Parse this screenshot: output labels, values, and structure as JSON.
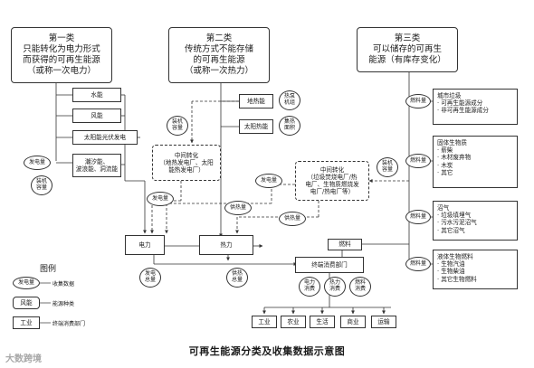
{
  "categories": {
    "cat1": {
      "title": "第一类",
      "body": "只能转化为电力形式\n而获得的可再生能源\n（或称一次电力）"
    },
    "cat2": {
      "title": "第二类",
      "body": "传统方式不能存储\n的可再生能源\n（或称一次热力）"
    },
    "cat3": {
      "title": "第三类",
      "body": "可以储存的可再生\n能源（有库存变化）"
    }
  },
  "cat1_items": [
    "水能",
    "风能",
    "太阳能光伏发电",
    "潮汐能、\n波浪能、洞流能"
  ],
  "cat2_items": [
    "地热能",
    "太阳热能"
  ],
  "cat3_items": [
    {
      "title": "城市垃圾",
      "lines": "· 可再生能源成分\n· 非可再生能源成分"
    },
    {
      "title": "固体生物质",
      "lines": "· 薪柴\n· 木材废弃物\n· 木炭\n· 其它"
    },
    {
      "title": "沼气",
      "lines": "· 垃圾填埋气\n· 污水污泥沼气\n· 其它沼气"
    },
    {
      "title": "液体生物燃料",
      "lines": "· 生物汽油\n· 生物柴油\n· 其它生物燃料"
    }
  ],
  "ovals": {
    "gen_cap_left": "发电量",
    "inst_cap_left": "装机\n容量",
    "inst_cap_mid": "装机\n容量",
    "heatpump": "热泵\n机组",
    "collector": "集热\n面积",
    "gen_mid": "发电量",
    "gen_mid2": "发电量",
    "heat_supply_mid": "供热量",
    "heat_supply_right": "供热量",
    "inst_cap_right": "装机\n容量",
    "fuel1": "燃料量",
    "fuel2": "燃料量",
    "fuel3": "燃料量",
    "fuel4": "燃料量",
    "gen_total": "发电\n总量",
    "heat_total": "供热\n总量",
    "power_cons": "电力\n消费",
    "heat_cons": "热力\n消费",
    "fuel_cons": "燃料\n消费"
  },
  "mid_conversion": {
    "title": "中间转化",
    "body": "（地热发电厂、太阳\n能热发电厂）"
  },
  "right_conversion": {
    "title": "中间转化",
    "body": "（垃圾焚烧电厂/热\n电厂、生物质燃烧发\n电厂/热电厂等）"
  },
  "fuel_box": "燃料",
  "power_box": "电力",
  "heat_box": "热力",
  "terminal_box": "终端消费部门",
  "sectors": [
    "工业",
    "农业",
    "生活",
    "商业",
    "运输"
  ],
  "legend": {
    "title": "图例",
    "items": [
      {
        "sample": "发电量",
        "desc": "收集数据"
      },
      {
        "sample": "风能",
        "desc": "能源种类"
      },
      {
        "sample": "工业",
        "desc": "终端消费部门"
      }
    ]
  },
  "caption": "可再生能源分类及收集数据示意图",
  "watermark": "大数跨境"
}
